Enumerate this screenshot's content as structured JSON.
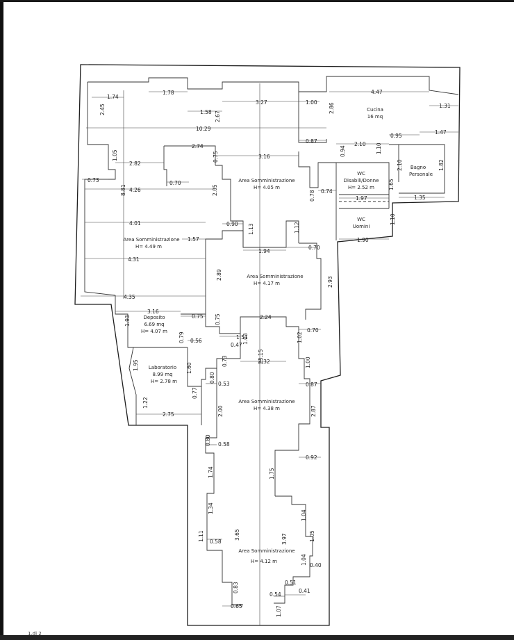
{
  "rooms": {
    "cucina": {
      "name": "Cucina",
      "area": "16 mq"
    },
    "wc_donne": {
      "name": "WC",
      "sub": "Disabili/Donne",
      "h": "H= 2.52 m"
    },
    "wc_uomini": {
      "name": "WC",
      "sub": "Uomini"
    },
    "bagno": {
      "name": "Bagno",
      "sub": "Personale"
    },
    "area1": {
      "name": "Area Somministrazione",
      "h": "H= 4.05 m"
    },
    "area2": {
      "name": "Area Somministrazione",
      "h": "H= 4.49 m"
    },
    "area3": {
      "name": "Area Somministrazione",
      "h": "H= 4.17 m"
    },
    "deposito": {
      "name": "Deposito",
      "area": "6.69 mq",
      "h": "H= 4.07 m"
    },
    "laboratorio": {
      "name": "Laboratorio",
      "area": "8.99 mq",
      "h": "H= 2.78 m"
    },
    "area4": {
      "name": "Area Somministrazione",
      "h": "H= 4.38 m"
    },
    "area5": {
      "name": "Area Somministrazione",
      "h": "H= 4.12 m"
    }
  },
  "dims": {
    "d1": "1.74",
    "d2": "1.78",
    "d3": "3.27",
    "d4": "1.00",
    "d5": "4.47",
    "d6": "1.31",
    "d7": "2.45",
    "d8": "1.58",
    "d9": "2.67",
    "d10": "2.86",
    "d11": "10.29",
    "d12": "0.95",
    "d13": "1.47",
    "d14": "2.74",
    "d15": "0.87",
    "d16": "3.16",
    "d17": "0.94",
    "d18": "1.05",
    "d19": "2.82",
    "d20": "0.75",
    "d21": "1.10",
    "d22": "2.10",
    "d23": "2.10",
    "d24": "1.82",
    "d25": "0.73",
    "d26": "0.70",
    "d27": "8.81",
    "d28": "4.26",
    "d29": "2.05",
    "d30": "0.74",
    "d31": "1.65",
    "d32": "0.78",
    "d33": "1.97",
    "d34": "1.35",
    "d35": "4.01",
    "d36": "0.90",
    "d37": "1.13",
    "d38": "1.12",
    "d39": "1.10",
    "d40": "1.90",
    "d41": "1.57",
    "d42": "0.70",
    "d43": "4.31",
    "d44": "1.94",
    "d45": "2.89",
    "d46": "2.93",
    "d47": "4.35",
    "d48": "3.16",
    "d49": "0.75",
    "d50": "0.75",
    "d51": "2.24",
    "d52": "1.93",
    "d53": "0.70",
    "d54": "0.79",
    "d55": "1.51",
    "d56": "1.03",
    "d57": "0.56",
    "d58": "0.47",
    "d59": "1.02",
    "d60": "23.15",
    "d61": "1.95",
    "d62": "1.60",
    "d63": "0.73",
    "d64": "2.32",
    "d65": "1.00",
    "d66": "0.80",
    "d67": "0.53",
    "d68": "0.87",
    "d69": "0.77",
    "d70": "1.22",
    "d71": "2.75",
    "d72": "2.00",
    "d73": "2.87",
    "d74": "0.80",
    "d75": "0.58",
    "d76": "0.92",
    "d77": "1.74",
    "d78": "1.75",
    "d79": "1.34",
    "d80": "1.04",
    "d81": "1.11",
    "d82": "0.58",
    "d83": "3.65",
    "d84": "3.97",
    "d85": "1.05",
    "d86": "1.04",
    "d87": "0.40",
    "d88": "0.51",
    "d89": "0.83",
    "d90": "0.54",
    "d91": "0.41",
    "d92": "0.65",
    "d93": "1.07"
  },
  "footer": "1.di 2"
}
